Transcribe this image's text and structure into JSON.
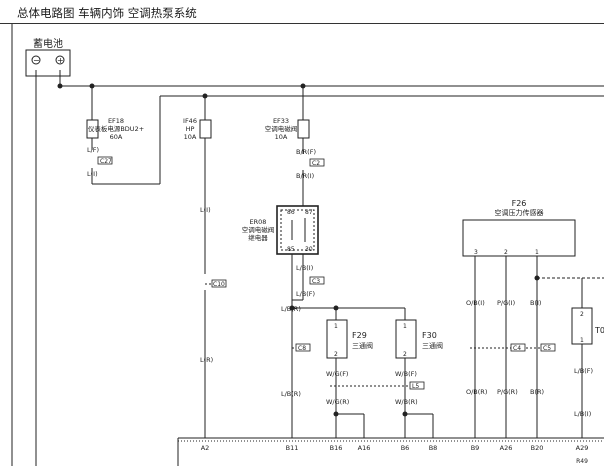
{
  "header": {
    "title": "总体电路图  车辆内饰  空调热泵系统"
  },
  "battery": {
    "label": "蓄电池",
    "minus": "−",
    "plus": "+"
  },
  "fuses": [
    {
      "id": "EF18",
      "name": "仪表板电源BDU2+",
      "rating": "60A"
    },
    {
      "id": "IF46",
      "name": "HP",
      "rating": "10A"
    },
    {
      "id": "EF33",
      "name": "空调电磁阀",
      "rating": "10A"
    }
  ],
  "relay": {
    "id": "ER08",
    "line1": "空调电磁阀",
    "line2": "继电器",
    "pins": {
      "p86": "86",
      "p87": "87",
      "p85": "85",
      "p30": "30"
    }
  },
  "connectors": {
    "c27": "C27",
    "c2": "C2",
    "c3": "C3",
    "c10": "C10",
    "c8": "C8",
    "l5": "L5",
    "c4": "C4",
    "c5": "C5"
  },
  "wires": {
    "w_lf": "L/F)",
    "w_l1": "L(I)",
    "w_brf": "B/R(F)",
    "w_bri": "B/R(I)",
    "w_li_left": "L(I)",
    "w_lr": "L(R)",
    "w_lbi": "L/B(I)",
    "w_lbf": "L/B(F)",
    "w_lbr": "L/B(R)",
    "w_lbr2": "L/B(R)",
    "w_wgf": "W/G(F)",
    "w_wgr": "W/G(R)",
    "w_wbf": "W/B(F)",
    "w_wbr": "W/B(R)",
    "w_obi": "O/B(I)",
    "w_obr": "O/B(R)",
    "w_pgi": "P/G(I)",
    "w_pgr": "P/G(R)",
    "w_bi": "B(I)",
    "w_br": "B(R)",
    "w_lbf2": "L/B(F)",
    "w_lbi2": "L/B(I)"
  },
  "components": {
    "f26": {
      "id": "F26",
      "name": "空调压力传感器",
      "pins": {
        "p3": "3",
        "p2": "2",
        "p1": "1"
      }
    },
    "f29": {
      "id": "F29",
      "name": "三通阀",
      "pin_top": "1",
      "pin_bot": "2"
    },
    "f30": {
      "id": "F30",
      "name": "三通阀",
      "pin_top": "1",
      "pin_bot": "2"
    },
    "t0": {
      "id": "T0",
      "pin_top": "2",
      "pin_bot": "1"
    }
  },
  "bottom_pins": [
    "A2",
    "B11",
    "B16",
    "A16",
    "B6",
    "B8",
    "B9",
    "A26",
    "B20",
    "A29"
  ],
  "module_code": "R49"
}
